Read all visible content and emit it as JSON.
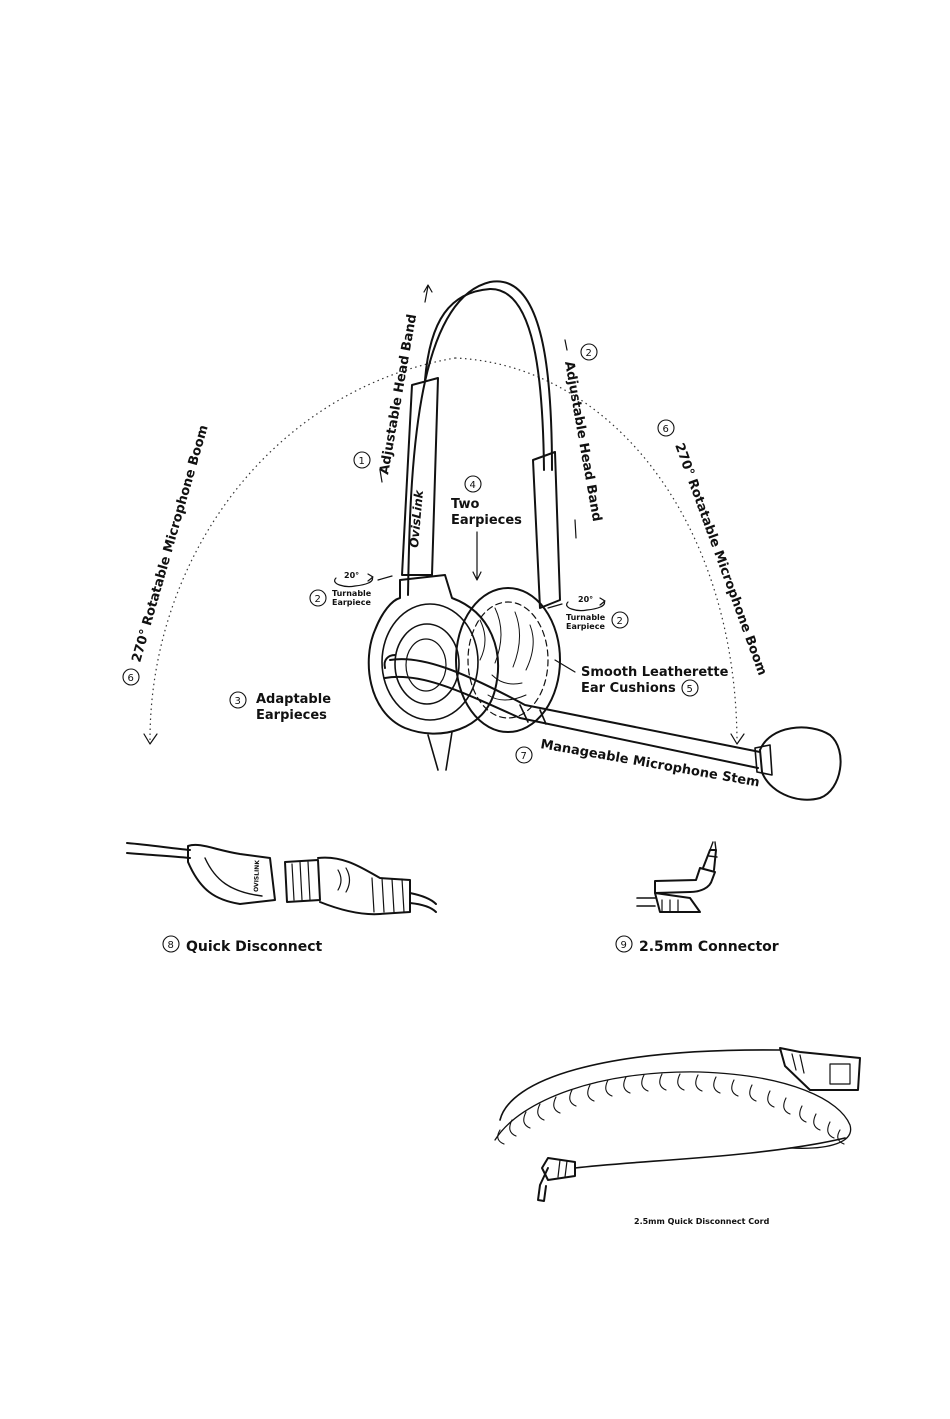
{
  "labels": {
    "head_band_left": "Adjustable Head Band",
    "head_band_left_num": "1",
    "head_band_right": "Adjustable Head Band",
    "head_band_right_num": "2",
    "boom_left": "270° Rotatable Microphone Boom",
    "boom_left_num": "6",
    "boom_right": "270° Rotatable Microphone Boom",
    "boom_right_num": "6",
    "two_earpieces_line1": "Two",
    "two_earpieces_line2": "Earpieces",
    "two_earpieces_num": "4",
    "turn_left_angle": "20°",
    "turn_left_line1": "Turnable",
    "turn_left_line2": "Earpiece",
    "turn_left_num": "2",
    "turn_right_angle": "20°",
    "turn_right_line1": "Turnable",
    "turn_right_line2": "Earpiece",
    "turn_right_num": "2",
    "adaptable_line1": "Adaptable",
    "adaptable_line2": "Earpieces",
    "adaptable_num": "3",
    "cushions_line1": "Smooth Leatherette",
    "cushions_line2": "Ear Cushions",
    "cushions_num": "5",
    "stem": "Manageable Microphone Stem",
    "stem_num": "7",
    "quick_disconnect": "Quick Disconnect",
    "quick_disconnect_num": "8",
    "connector": "2.5mm Connector",
    "connector_num": "9",
    "cord_caption": "2.5mm Quick Disconnect Cord",
    "brand": "OvisLink",
    "qd_plug_text": "OVISLINK"
  }
}
